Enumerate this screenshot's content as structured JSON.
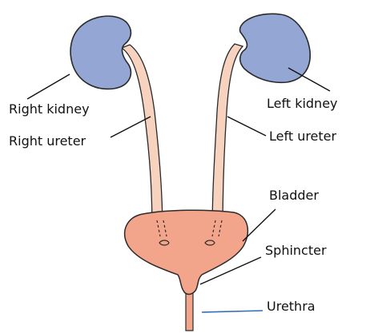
{
  "labels": {
    "right_kidney": "Right kidney",
    "right_ureter": "Right ureter",
    "left_kidney": "Left kidney",
    "left_ureter": "Left ureter",
    "bladder": "Bladder",
    "sphincter": "Sphincter",
    "urethra": "Urethra"
  },
  "colors": {
    "kidney": "#93a6d4",
    "ureter": "#f6d2bf",
    "bladder": "#f2a58a",
    "outline": "#2a2a2a",
    "leader": "#111111",
    "urethra_leader": "#2f6fb5"
  }
}
